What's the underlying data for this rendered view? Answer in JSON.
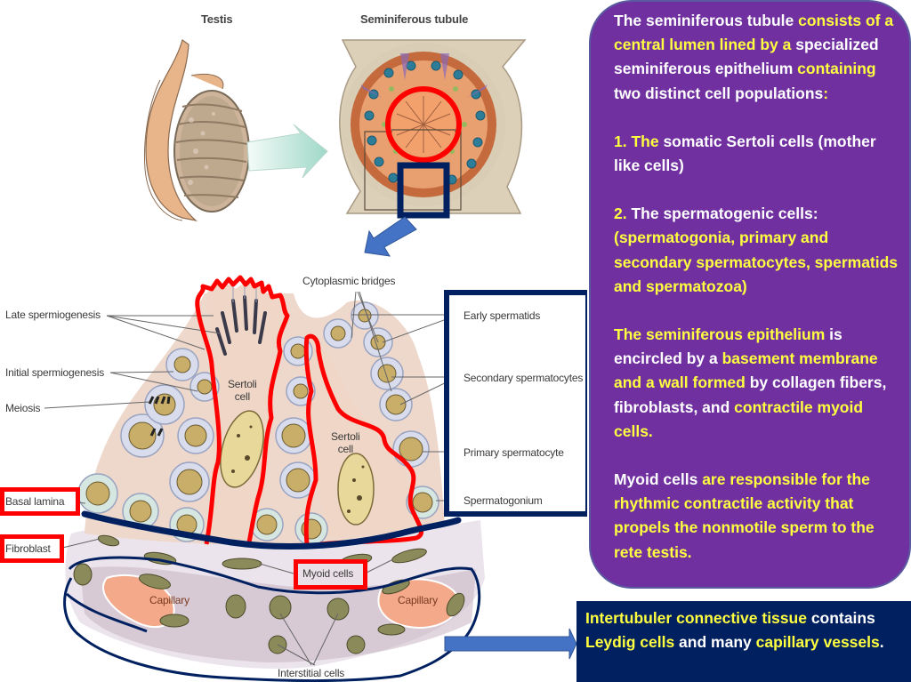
{
  "diagram": {
    "top_labels": {
      "testis": "Testis",
      "seminiferous_tubule": "Seminiferous tubule"
    },
    "left_labels": {
      "late_spermiogenesis": "Late spermiogenesis",
      "initial_spermiogenesis": "Initial spermiogenesis",
      "meiosis": "Meiosis",
      "basal_lamina": "Basal lamina",
      "fibroblast": "Fibroblast"
    },
    "center_labels": {
      "cytoplasmic_bridges": "Cytoplasmic bridges",
      "sertoli_cell_1": "Sertoli\ncell",
      "sertoli_cell_2": "Sertoli\ncell",
      "myoid_cells": "Myoid cells",
      "capillary_left": "Capillary",
      "capillary_right": "Capillary",
      "interstitial_cells": "Interstitial cells"
    },
    "right_labels": {
      "early_spermatids": "Early spermatids",
      "secondary_spermatocytes": "Secondary spermatocytes",
      "primary_spermatocyte": "Primary spermatocyte",
      "spermatogonium": "Spermatogonium"
    },
    "colors": {
      "highlight_red": "#ff0000",
      "highlight_navy": "#002060",
      "arrow_blue": "#4472c4"
    }
  },
  "info_panel": {
    "bg_color": "#7030a0",
    "p1": [
      {
        "t": "The seminiferous tubule ",
        "c": "w"
      },
      {
        "t": "consists of a central lumen lined by a ",
        "c": "y"
      },
      {
        "t": "specialized seminiferous epithelium ",
        "c": "w"
      },
      {
        "t": "containing ",
        "c": "y"
      },
      {
        "t": "two distinct cell populations",
        "c": "w"
      },
      {
        "t": ":",
        "c": "y"
      }
    ],
    "p2": [
      {
        "t": "1. The ",
        "c": "y"
      },
      {
        "t": "somatic Sertoli cells (mother like cells)",
        "c": "w"
      }
    ],
    "p3": [
      {
        "t": "2. ",
        "c": "y"
      },
      {
        "t": "The spermatogenic cells: ",
        "c": "w"
      },
      {
        "t": "(spermatogonia, primary and secondary spermatocytes, spermatids and spermatozoa)",
        "c": "y"
      }
    ],
    "p4": [
      {
        "t": "The seminiferous epithelium ",
        "c": "y"
      },
      {
        "t": "is encircled by a ",
        "c": "w"
      },
      {
        "t": "basement membrane and a wall formed ",
        "c": "y"
      },
      {
        "t": "by collagen fibers, fibroblasts, and ",
        "c": "w"
      },
      {
        "t": "contractile myoid cells.",
        "c": "y"
      }
    ],
    "p5": [
      {
        "t": "Myoid cells ",
        "c": "w"
      },
      {
        "t": "are responsible for the rhythmic contractile activity that propels the nonmotile sperm to the rete testis.",
        "c": "y"
      }
    ]
  },
  "bottom_panel": {
    "bg_color": "#002060",
    "text": [
      {
        "t": "Intertubuler connective tissue ",
        "c": "y"
      },
      {
        "t": "contains ",
        "c": "w"
      },
      {
        "t": "Leydig cells",
        "c": "y"
      },
      {
        "t": " and many ",
        "c": "w"
      },
      {
        "t": "capillary vessels",
        "c": "y"
      },
      {
        "t": ".",
        "c": "w"
      }
    ]
  }
}
